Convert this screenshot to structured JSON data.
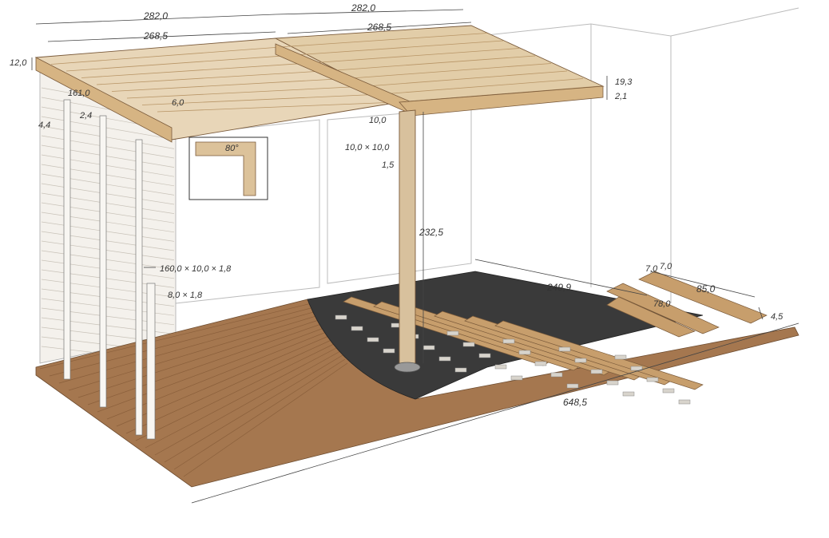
{
  "colors": {
    "wood": "#dcc29a",
    "wood_dark": "#b89566",
    "deck": "#a5774f",
    "deck_dark": "#8a5f3b",
    "membrane": "#3a3a3a",
    "spacer": "#d8d4cc",
    "post": "#d8c19d"
  },
  "labels": {
    "roof_width_left": "282,0",
    "roof_width_right": "282,0",
    "roof_inner_left": "268,5",
    "roof_inner_right": "268,5",
    "roof_thickness": "12,0",
    "wall_panel_height": "161,0",
    "batten_a": "2,4",
    "batten_b": "4,4",
    "fascia": "6,0",
    "beam_offset": "10,0",
    "post_section": "10,0 × 10,0",
    "post_gap": "1,5",
    "post_height": "232,5",
    "wall_board": "160,0 × 10,0 × 1,8",
    "small_board": "8,0 × 1,8",
    "rafter_height": "19,3",
    "rafter_gap": "2,1",
    "angle": "80°",
    "joist_span": "249,9",
    "joist_spacing_a": "7,0",
    "joist_spacing_b": "7,0",
    "end_width": "85,0",
    "end_inner": "78,0",
    "deck_height": "4,5",
    "deck_length": "648,5"
  }
}
